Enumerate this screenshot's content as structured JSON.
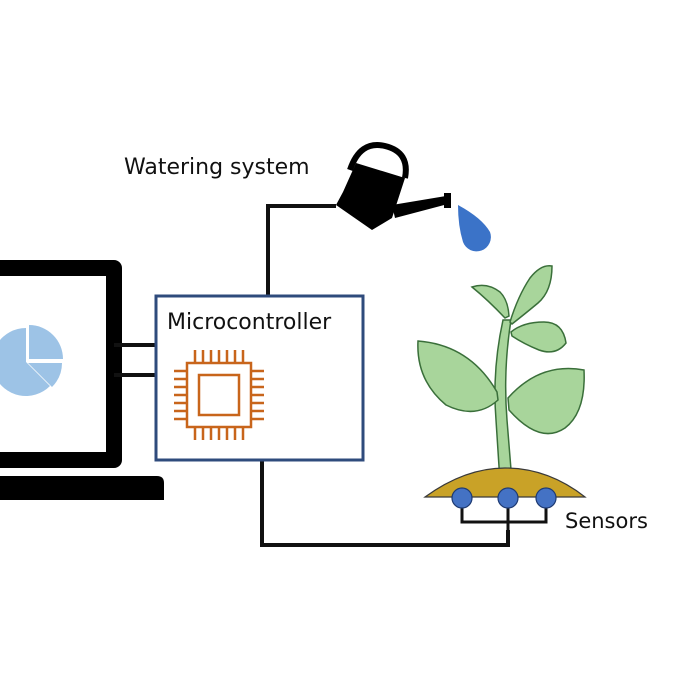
{
  "labels": {
    "watering_system": "Watering system",
    "microcontroller": "Microcontroller",
    "sensors": "Sensors"
  },
  "colors": {
    "wire": "#111111",
    "microcontroller_border": "#2f4b7c",
    "chip": "#c8651b",
    "water_drop": "#3b73c8",
    "leaf_fill": "#a8d59b",
    "leaf_stroke": "#3a6f3a",
    "soil": "#c9a227",
    "sensor": "#4472c4",
    "pie_chart": "#9dc3e6",
    "laptop": "#000000"
  },
  "icons": {
    "laptop": "laptop-icon",
    "pie_chart": "pie-chart-icon",
    "chip": "cpu-chip-icon",
    "watering_can": "watering-can-icon",
    "water_drop": "water-drop-icon",
    "plant": "plant-icon",
    "soil": "soil-mound",
    "sensor": "sensor-node"
  }
}
